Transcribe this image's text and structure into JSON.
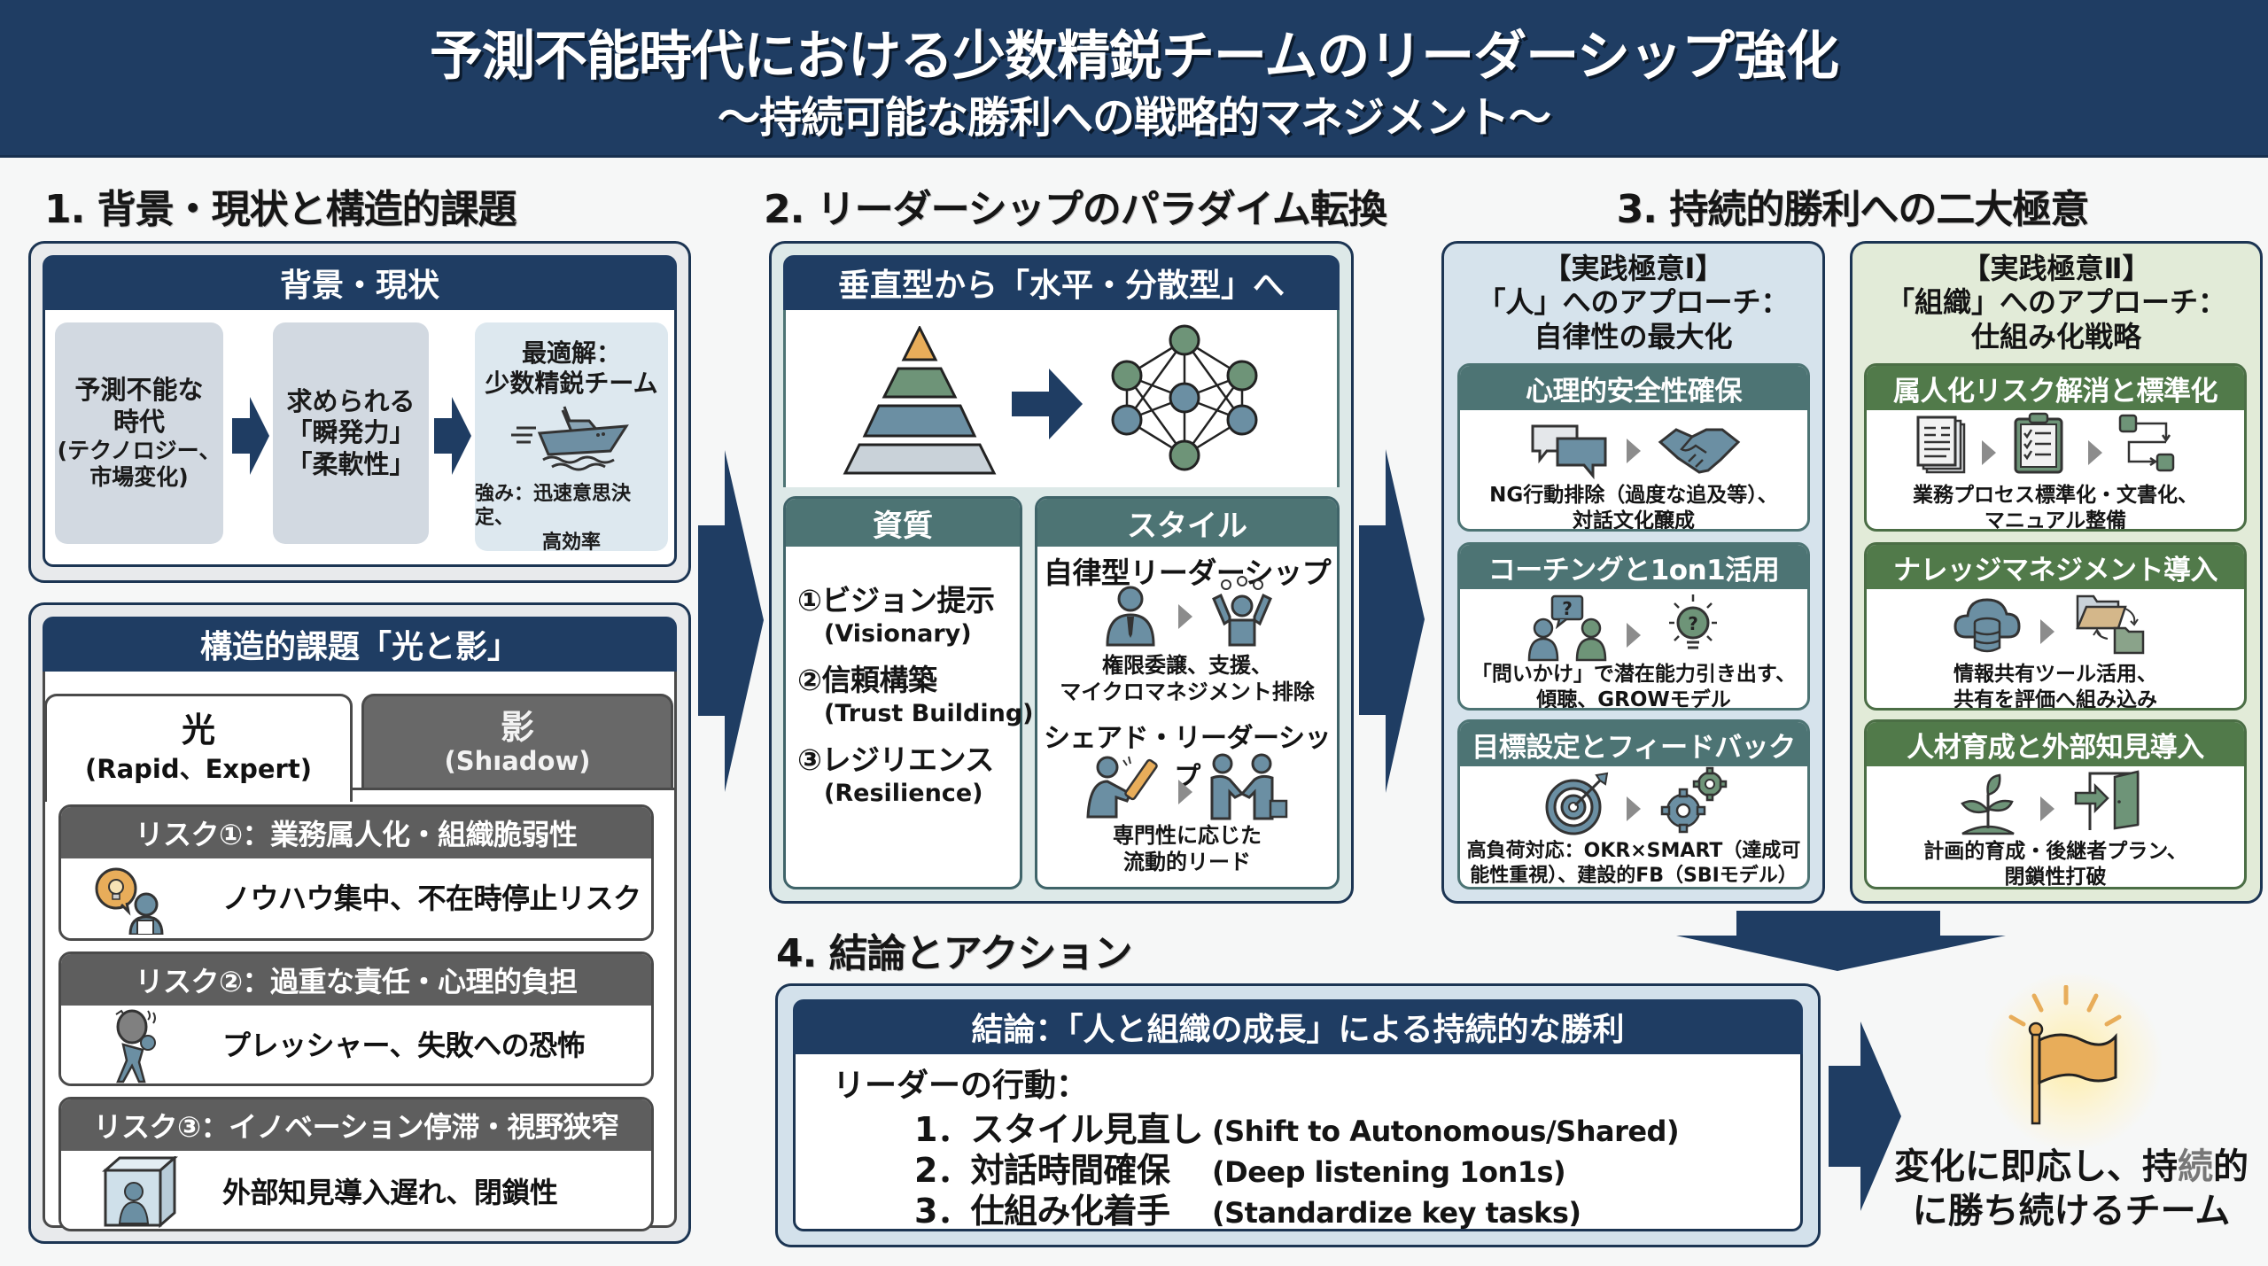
{
  "header": {
    "title": "予測不能時代における少数精鋭チームのリーダーシップ強化",
    "subtitle": "〜持続可能な勝利への戦略的マネジメント〜"
  },
  "section1": {
    "heading": "1. 背景・現状と構造的課題",
    "background": {
      "title": "背景・現状",
      "steps": [
        {
          "lines": [
            "予測不能な",
            "時代",
            "(テクノロジー、",
            "市場変化)"
          ]
        },
        {
          "lines": [
            "求められる",
            "「瞬発力」",
            "「柔軟性」"
          ]
        },
        {
          "title_lines": [
            "最適解：",
            "少数精鋭チーム"
          ],
          "icon": "speedboat-icon",
          "note_lines": [
            "強み：迅速意思決定、",
            "高効率"
          ]
        }
      ]
    },
    "structural": {
      "title": "構造的課題「光と影」",
      "tabs": [
        {
          "label": "光",
          "sub": "(Rapid、Expert)",
          "active": true
        },
        {
          "label": "影",
          "sub": "(Shıadow)",
          "active": false
        }
      ],
      "risks": [
        {
          "title": "リスク①：業務属人化・組織脆弱性",
          "icon": "person-idea-bubble-icon",
          "text": "ノウハウ集中、不在時停止リスク"
        },
        {
          "title": "リスク②：過重な責任・心理的負担",
          "icon": "person-carrying-burden-icon",
          "text": "プレッシャー、失敗への恐怖"
        },
        {
          "title": "リスク③：イノベーション停滞・視野狭窄",
          "icon": "person-in-box-icon",
          "text": "外部知見導入遅れ、閉鎖性"
        }
      ]
    }
  },
  "section2": {
    "heading": "2. リーダーシップのパラダイム転換",
    "banner": "垂直型から「水平・分散型」へ",
    "from_icon": "pyramid-hierarchy-icon",
    "to_icon": "network-nodes-icon",
    "qualities": {
      "title": "資質",
      "items": [
        {
          "jp": "①ビジョン提示",
          "en": "(Visionary)"
        },
        {
          "jp": "②信頼構築",
          "en": "(Trust Building)"
        },
        {
          "jp": "③レジリエンス",
          "en": "(Resilience)"
        }
      ]
    },
    "styles": {
      "title": "スタイル",
      "items": [
        {
          "name": "自律型リーダーシップ",
          "icons": [
            "businessman-icon",
            "empowered-person-icon"
          ],
          "desc_lines": [
            "権限委譲、支援、",
            "マイクロマネジメント排除"
          ]
        },
        {
          "name": "シェアド・リーダーシップ",
          "icons": [
            "baton-pass-icon",
            "handshake-people-icon"
          ],
          "desc_lines": [
            "専門性に応じた",
            "流動的リード"
          ]
        }
      ]
    }
  },
  "section3": {
    "heading": "3. 持続的勝利への二大極意",
    "columns": [
      {
        "title_lines": [
          "【実践極意Ⅰ】",
          "「人」へのアプローチ：",
          "自律性の最大化"
        ],
        "theme": "blue",
        "items": [
          {
            "title": "心理的安全性確保",
            "icons": [
              "speech-bubbles-icon",
              "handshake-icon"
            ],
            "desc_lines": [
              "NG行動排除（過度な追及等）、",
              "対話文化醸成"
            ]
          },
          {
            "title": "コーチングと1on1活用",
            "icons": [
              "two-people-question-icon",
              "lightbulb-question-icon"
            ],
            "desc_lines": [
              "「問いかけ」で潜在能力引き出す、",
              "傾聴、GROWモデル"
            ]
          },
          {
            "title": "目標設定とフィードバック",
            "icons": [
              "target-icon",
              "gears-icon"
            ],
            "desc_lines": [
              "高負荷対応：OKR×SMART（達成可",
              "能性重視）、建設的FB（SBIモデル）"
            ]
          }
        ]
      },
      {
        "title_lines": [
          "【実践極意Ⅱ】",
          "「組織」へのアプローチ：",
          "仕組み化戦略"
        ],
        "theme": "green",
        "items": [
          {
            "title": "属人化リスク解消と標準化",
            "icons": [
              "documents-icon",
              "checklist-clipboard-icon",
              "process-flow-icon"
            ],
            "desc_lines": [
              "業務プロセス標準化・文書化、",
              "マニュアル整備"
            ]
          },
          {
            "title": "ナレッジマネジメント導入",
            "icons": [
              "cloud-database-icon",
              "folder-sync-icon"
            ],
            "desc_lines": [
              "情報共有ツール活用、",
              "共有を評価へ組み込み"
            ]
          },
          {
            "title": "人材育成と外部知見導入",
            "icons": [
              "sprout-icon",
              "door-enter-icon"
            ],
            "desc_lines": [
              "計画的育成・後継者プラン、",
              "閉鎖性打破"
            ]
          }
        ]
      }
    ]
  },
  "section4": {
    "heading": "4. 結論とアクション",
    "conclusion_title": "結論：「人と組織の成長」による持続的な勝利",
    "actions_label": "リーダーの行動：",
    "actions": [
      {
        "jp": "1．スタイル見直し",
        "en": "(Shift to Autonomous/Shared)"
      },
      {
        "jp": "2．対話時間確保",
        "en": "(Deep listening 1on1s)"
      },
      {
        "jp": "3．仕組み化着手",
        "en": "(Standardize key tasks)"
      }
    ]
  },
  "goal": {
    "icon": "flag-icon",
    "line1_a": "変化に即応し、持",
    "line1_dim": "続",
    "line1_b": "的",
    "line2": "に勝ち続けるチーム"
  },
  "colors": {
    "navy": "#1f3d63",
    "teal": "#4d7474",
    "green": "#517a4a",
    "risk_gray": "#5e5e5e",
    "accent_orange": "#e8ad5a",
    "icon_blue": "#6b8fa3",
    "icon_green": "#6e9478"
  }
}
